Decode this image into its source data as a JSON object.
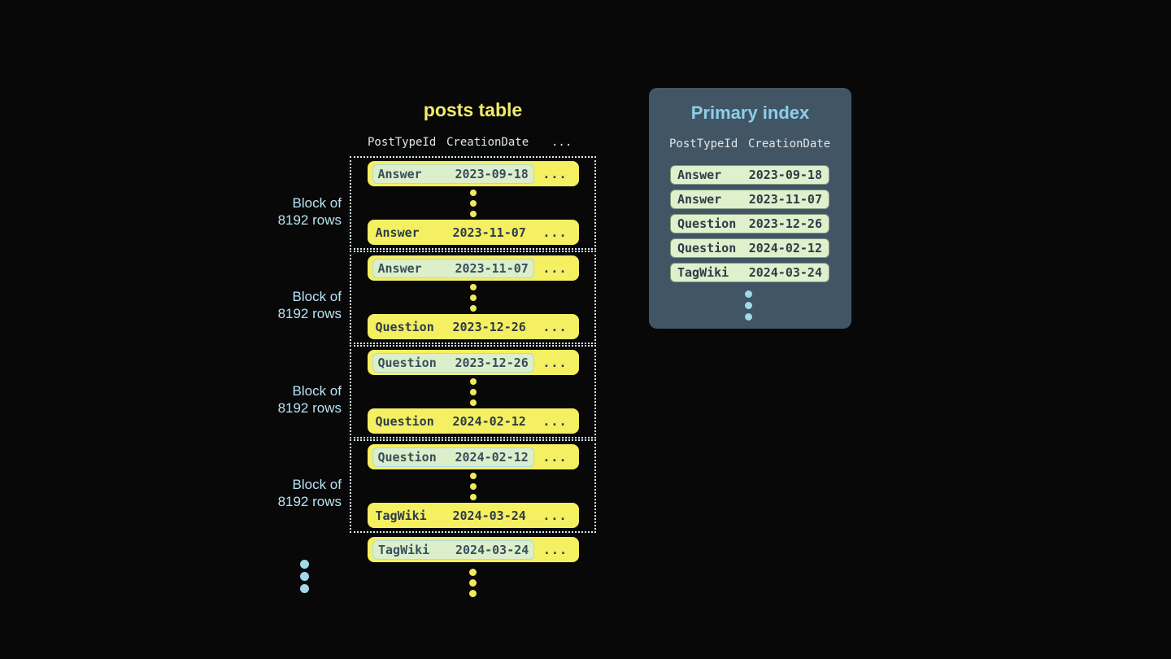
{
  "posts_table": {
    "title": "posts table",
    "columns": [
      "PostTypeId",
      "CreationDate",
      "..."
    ],
    "block_label": {
      "line1": "Block of",
      "line2": "8192 rows"
    },
    "ellipsis": "...",
    "blocks": [
      {
        "first": {
          "type": "Answer",
          "date": "2023-09-18",
          "highlighted": true
        },
        "last": {
          "type": "Answer",
          "date": "2023-11-07",
          "highlighted": false
        }
      },
      {
        "first": {
          "type": "Answer",
          "date": "2023-11-07",
          "highlighted": true
        },
        "last": {
          "type": "Question",
          "date": "2023-12-26",
          "highlighted": false
        }
      },
      {
        "first": {
          "type": "Question",
          "date": "2023-12-26",
          "highlighted": true
        },
        "last": {
          "type": "Question",
          "date": "2024-02-12",
          "highlighted": false
        }
      },
      {
        "first": {
          "type": "Question",
          "date": "2024-02-12",
          "highlighted": true
        },
        "last": {
          "type": "TagWiki",
          "date": "2024-03-24",
          "highlighted": false
        }
      }
    ],
    "overflow_row": {
      "type": "TagWiki",
      "date": "2024-03-24",
      "highlighted": true
    }
  },
  "primary_index": {
    "title": "Primary index",
    "columns": [
      "PostTypeId",
      "CreationDate"
    ],
    "rows": [
      {
        "type": "Answer",
        "date": "2023-09-18"
      },
      {
        "type": "Answer",
        "date": "2023-11-07"
      },
      {
        "type": "Question",
        "date": "2023-12-26"
      },
      {
        "type": "Question",
        "date": "2024-02-12"
      },
      {
        "type": "TagWiki",
        "date": "2024-03-24"
      }
    ]
  },
  "colors": {
    "background": "#080808",
    "row_yellow": "#f5ef62",
    "title_yellow": "#f1ed6b",
    "row_text_dark": "#2d3c48",
    "highlight_mint": "#ddeeca",
    "highlight_border_blue": "#a9dbeb",
    "panel_slate": "#415565",
    "accent_light_blue": "#8bcfe9",
    "label_blue": "#b9e2f2",
    "dotted_border": "#d6ecf5",
    "index_row_mint": "#dff0cc"
  }
}
